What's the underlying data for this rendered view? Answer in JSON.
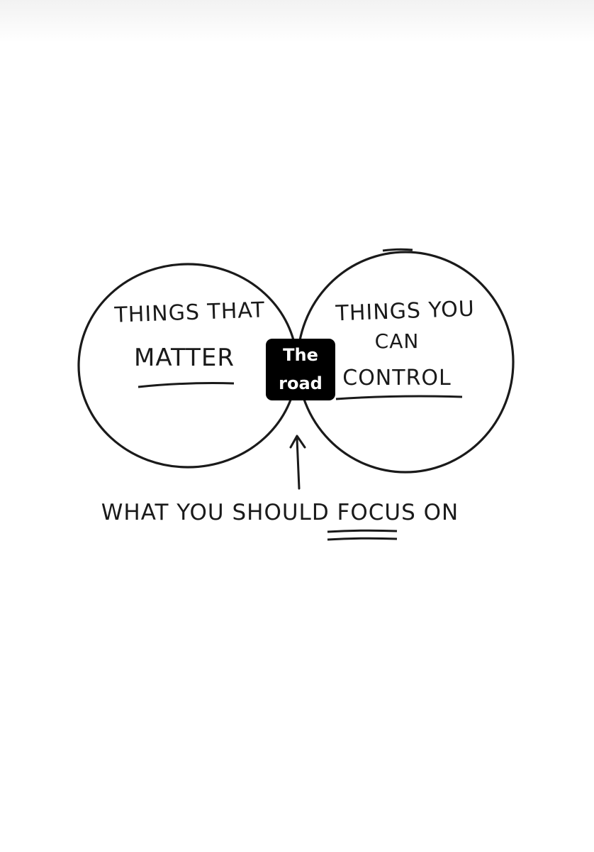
{
  "diagram": {
    "left_circle_label": [
      "THINGS THAT",
      "MATTER"
    ],
    "right_circle_label": [
      "THINGS YOU",
      "CAN",
      "CONTROL"
    ],
    "bottom_caption": {
      "before": "WHAT YOU SHOULD ",
      "emphasis": "FOCUS",
      "after": " ON"
    },
    "overlay_label": [
      "The",
      "road"
    ],
    "colors": {
      "ink": "#1a1a1a",
      "overlap_fill": "#1a1a1a",
      "overlay_background": "#000000",
      "overlay_text": "#ffffff",
      "background": "#ffffff"
    }
  }
}
